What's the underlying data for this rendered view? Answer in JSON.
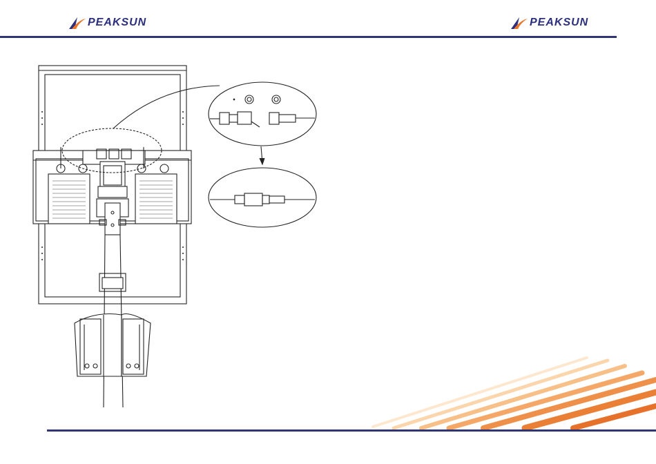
{
  "header": {
    "logo_left": {
      "text": "PEAKSUN",
      "icon": "peaksun-sail-logo"
    },
    "logo_right": {
      "text": "PEAKSUN",
      "icon": "peaksun-sail-logo"
    }
  },
  "colors": {
    "rule": "#2f3573",
    "logo_blue": "#2b2f7e",
    "logo_orange": "#e8782e",
    "drawing_line": "#222222",
    "stripe_orange": "#ea8a3c"
  },
  "figure": {
    "subject": "solar-light-pole-assembly",
    "callouts": [
      "connector-detail-unplugged",
      "connector-detail-plugged"
    ]
  }
}
